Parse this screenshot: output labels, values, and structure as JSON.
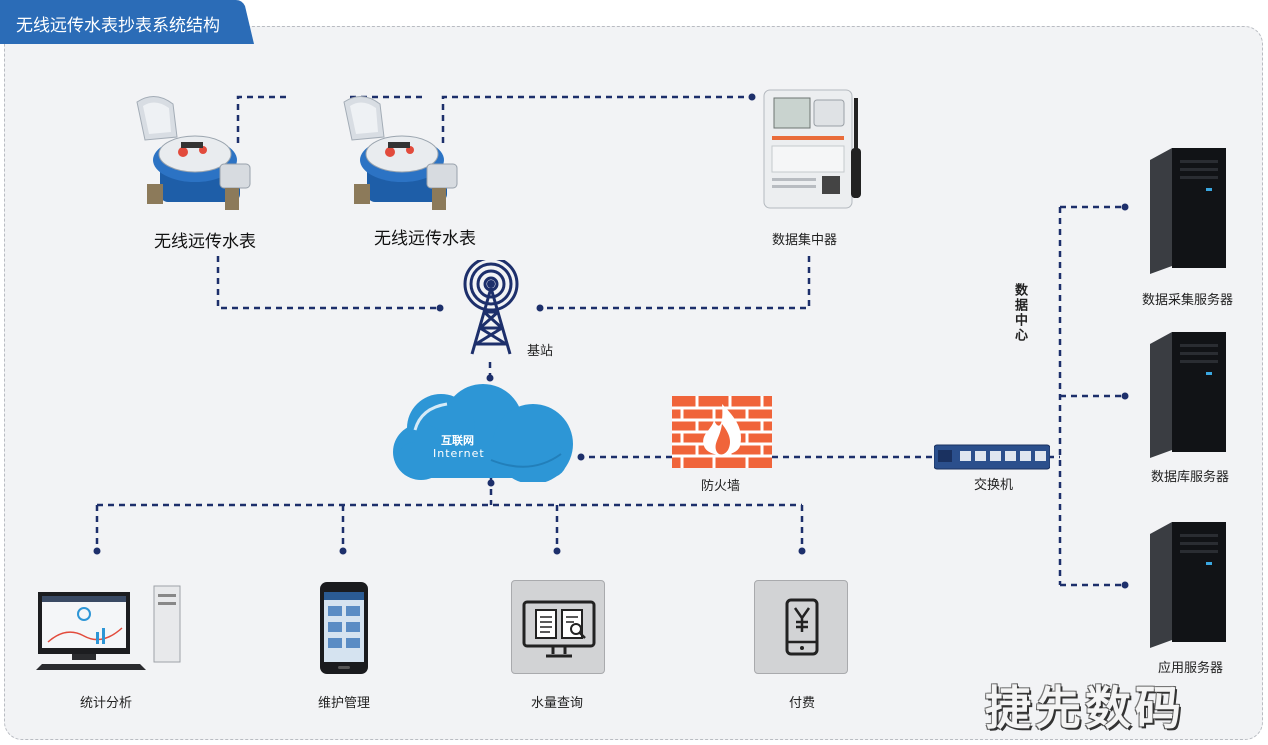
{
  "title": "无线远传水表抄表系统结构",
  "nodes": {
    "meter1": "无线远传水表",
    "meter2": "无线远传水表",
    "concentrator": "数据集中器",
    "base_station": "基站",
    "cloud_cn": "互联网",
    "cloud_en": "Internet",
    "firewall": "防火墙",
    "switch": "交换机",
    "data_center": "数据中心",
    "server1": "数据采集服务器",
    "server2": "数据库服务器",
    "server3": "应用服务器",
    "client1": "统计分析",
    "client2": "维护管理",
    "client3": "水量查询",
    "client4": "付费"
  },
  "watermark": "捷先数码",
  "colors": {
    "tab": "#2b6cb7",
    "line": "#1d2f6b",
    "cloud": "#2d96d6",
    "firewall": "#f0643a"
  }
}
